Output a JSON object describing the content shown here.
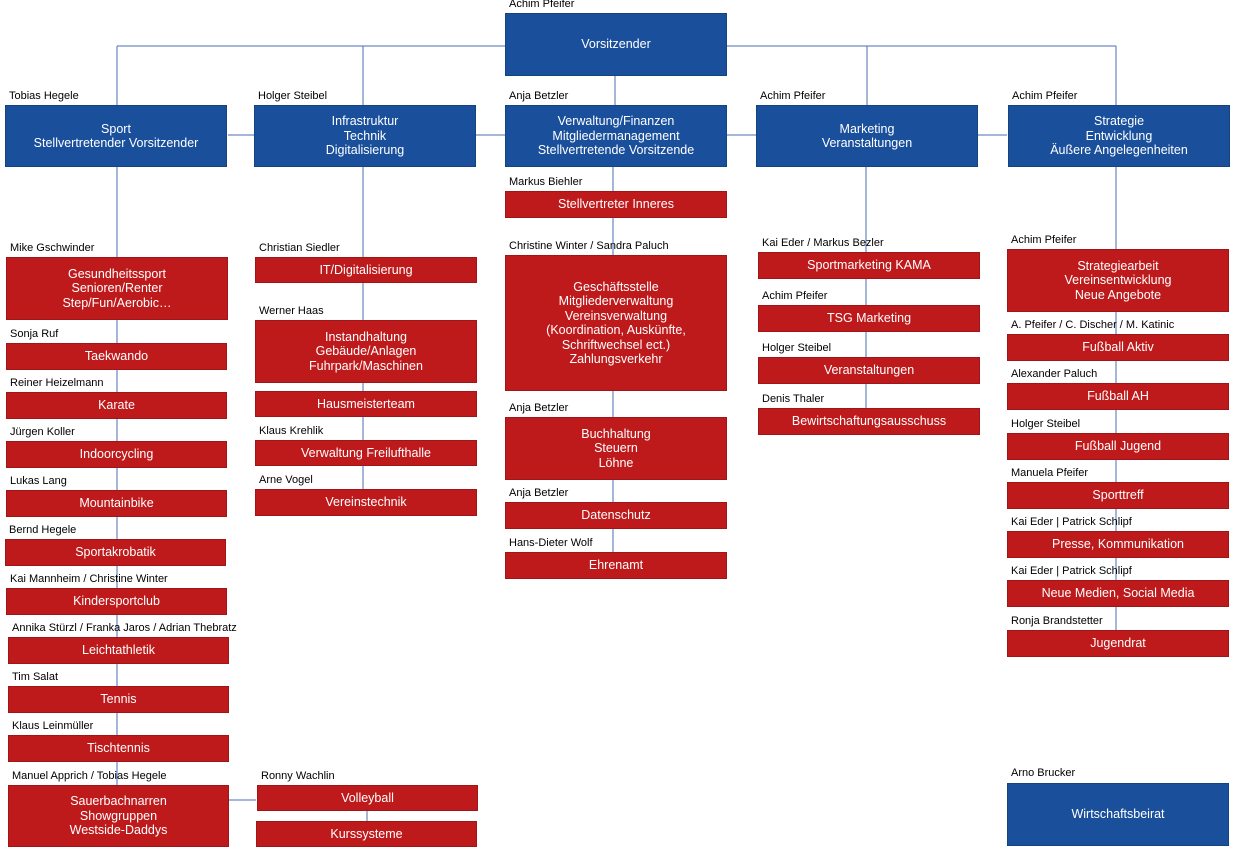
{
  "colors": {
    "blue": "#1a4f9c",
    "red": "#be1a1c",
    "line": "#4a6fb0"
  },
  "top": {
    "person": "Achim Pfeifer",
    "title": "Vorsitzender"
  },
  "departments": [
    {
      "person": "Tobias Hegele",
      "title": "Sport\nStellvertretender Vorsitzender"
    },
    {
      "person": "Holger Steibel",
      "title": "Infrastruktur\nTechnik\nDigitalisierung"
    },
    {
      "person": "Anja Betzler",
      "title": "Verwaltung/Finanzen\nMitgliedermanagement\nStellvertretende Vorsitzende"
    },
    {
      "person": "Achim Pfeifer",
      "title": "Marketing\nVeranstaltungen"
    },
    {
      "person": "Achim Pfeifer",
      "title": "Strategie\nEntwicklung\nÄußere Angelegenheiten"
    }
  ],
  "sport_units": [
    {
      "person": "Mike Gschwinder",
      "title": "Gesundheitssport\nSenioren/Renter\nStep/Fun/Aerobic…"
    },
    {
      "person": "Sonja Ruf",
      "title": "Taekwando"
    },
    {
      "person": "Reiner Heizelmann",
      "title": "Karate"
    },
    {
      "person": "Jürgen Koller",
      "title": "Indoorcycling"
    },
    {
      "person": "Lukas Lang",
      "title": "Mountainbike"
    },
    {
      "person": "Bernd Hegele",
      "title": "Sportakrobatik"
    },
    {
      "person": "Kai Mannheim / Christine Winter",
      "title": "Kindersportclub"
    },
    {
      "person": "Annika Stürzl / Franka Jaros / Adrian Thebratz",
      "title": "Leichtathletik"
    },
    {
      "person": "Tim Salat",
      "title": "Tennis"
    },
    {
      "person": "Klaus Leinmüller",
      "title": "Tischtennis"
    },
    {
      "person": "Manuel Apprich / Tobias Hegele",
      "title": "Sauerbachnarren\nShowgruppen\nWestside-Daddys"
    }
  ],
  "sport_extra": [
    {
      "person": "Ronny Wachlin",
      "title": "Volleyball"
    },
    {
      "person": "",
      "title": "Kurssysteme"
    }
  ],
  "infra_units": [
    {
      "person": "Christian Siedler",
      "title": "IT/Digitalisierung"
    },
    {
      "person": "Werner Haas",
      "title": "Instandhaltung\nGebäude/Anlagen\nFuhrpark/Maschinen"
    },
    {
      "person": "",
      "title": "Hausmeisterteam"
    },
    {
      "person": "Klaus Krehlik",
      "title": "Verwaltung Freilufthalle"
    },
    {
      "person": "Arne Vogel",
      "title": "Vereinstechnik"
    }
  ],
  "admin_units": [
    {
      "person": "Markus Biehler",
      "title": "Stellvertreter Inneres"
    },
    {
      "person": "Christine Winter / Sandra Paluch",
      "title": "Geschäftsstelle\nMitgliederverwaltung\nVereinsverwaltung\n(Koordination, Auskünfte,\nSchriftwechsel ect.)\nZahlungsverkehr"
    },
    {
      "person": "Anja Betzler",
      "title": "Buchhaltung\nSteuern\nLöhne"
    },
    {
      "person": "Anja Betzler",
      "title": "Datenschutz"
    },
    {
      "person": "Hans-Dieter Wolf",
      "title": "Ehrenamt"
    }
  ],
  "marketing_units": [
    {
      "person": "Kai Eder / Markus Bezler",
      "title": "Sportmarketing KAMA"
    },
    {
      "person": "Achim Pfeifer",
      "title": "TSG Marketing"
    },
    {
      "person": "Holger Steibel",
      "title": "Veranstaltungen"
    },
    {
      "person": "Denis Thaler",
      "title": "Bewirtschaftungsausschuss"
    }
  ],
  "strategy_units": [
    {
      "person": "Achim Pfeifer",
      "title": "Strategiearbeit\nVereinsentwicklung\nNeue Angebote"
    },
    {
      "person": "A. Pfeifer / C. Discher / M. Katinic",
      "title": "Fußball Aktiv"
    },
    {
      "person": "Alexander Paluch",
      "title": "Fußball AH"
    },
    {
      "person": "Holger Steibel",
      "title": "Fußball Jugend"
    },
    {
      "person": "Manuela Pfeifer",
      "title": "Sporttreff"
    },
    {
      "person": "Kai Eder | Patrick Schlipf",
      "title": "Presse, Kommunikation"
    },
    {
      "person": "Kai Eder | Patrick Schlipf",
      "title": "Neue Medien, Social Media"
    },
    {
      "person": "Ronja Brandstetter",
      "title": "Jugendrat"
    }
  ],
  "advisory": {
    "person": "Arno Brucker",
    "title": "Wirtschaftsbeirat"
  }
}
